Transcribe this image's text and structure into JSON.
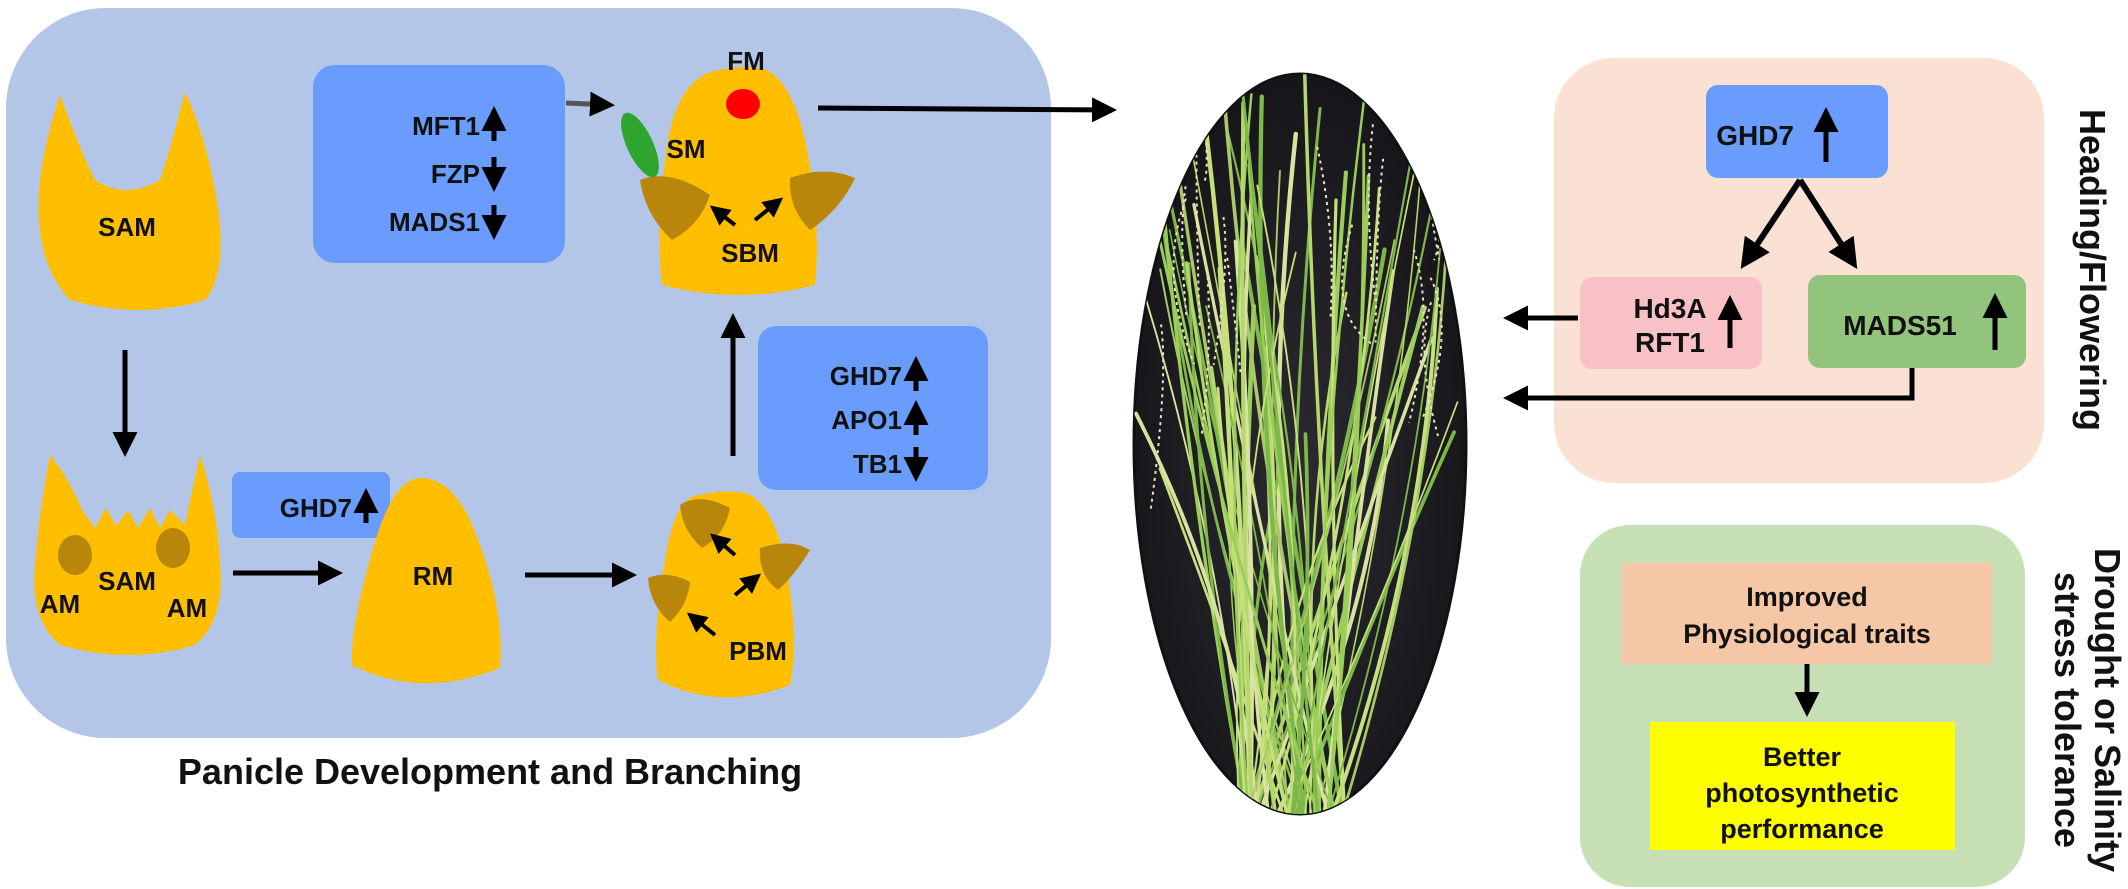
{
  "colors": {
    "panicle_panel": "#b3c6e7",
    "gene_box": "#6a9cfd",
    "meristem": "#ffbf00",
    "bract": "#b8860b",
    "floral_meristem": "#ff0000",
    "spikelet_meristem": "#2ea52e",
    "heading_panel": "#fbe1d3",
    "hd3a_box": "#f8c1c6",
    "mads51_box": "#93c47d",
    "drought_panel": "#c6dfb4",
    "traits_box": "#f6c7a6",
    "photo_box": "#ffff00",
    "arrow": "#000000",
    "plant_bg": "#1c1c22"
  },
  "panicle": {
    "title": "Panicle Development and Branching",
    "meristems": {
      "sam_top": "SAM",
      "sam_mid": "SAM",
      "am_left": "AM",
      "am_right": "AM",
      "rm": "RM",
      "pbm": "PBM",
      "sbm": "SBM",
      "fm": "FM",
      "sm": "SM"
    },
    "box_top": {
      "genes": [
        {
          "name": "MFT1",
          "dir": "up"
        },
        {
          "name": "FZP",
          "dir": "down"
        },
        {
          "name": "MADS1",
          "dir": "down"
        }
      ]
    },
    "box_small": {
      "genes": [
        {
          "name": "GHD7",
          "dir": "up"
        }
      ]
    },
    "box_right": {
      "genes": [
        {
          "name": "GHD7",
          "dir": "up"
        },
        {
          "name": "APO1",
          "dir": "up"
        },
        {
          "name": "TB1",
          "dir": "down"
        }
      ]
    }
  },
  "heading": {
    "title": "Heading/Flowering",
    "ghd7": {
      "label": "GHD7",
      "dir": "up"
    },
    "hd3a": {
      "line1": "Hd3A",
      "line2": "RFT1",
      "dir": "up"
    },
    "mads51": {
      "label": "MADS51",
      "dir": "up"
    }
  },
  "drought": {
    "title_line1": "Drought or Salinity",
    "title_line2": "stress tolerance",
    "traits": {
      "line1": "Improved",
      "line2": "Physiological traits"
    },
    "photo": {
      "line1": "Better",
      "line2": "photosynthetic",
      "line3": "performance"
    }
  }
}
